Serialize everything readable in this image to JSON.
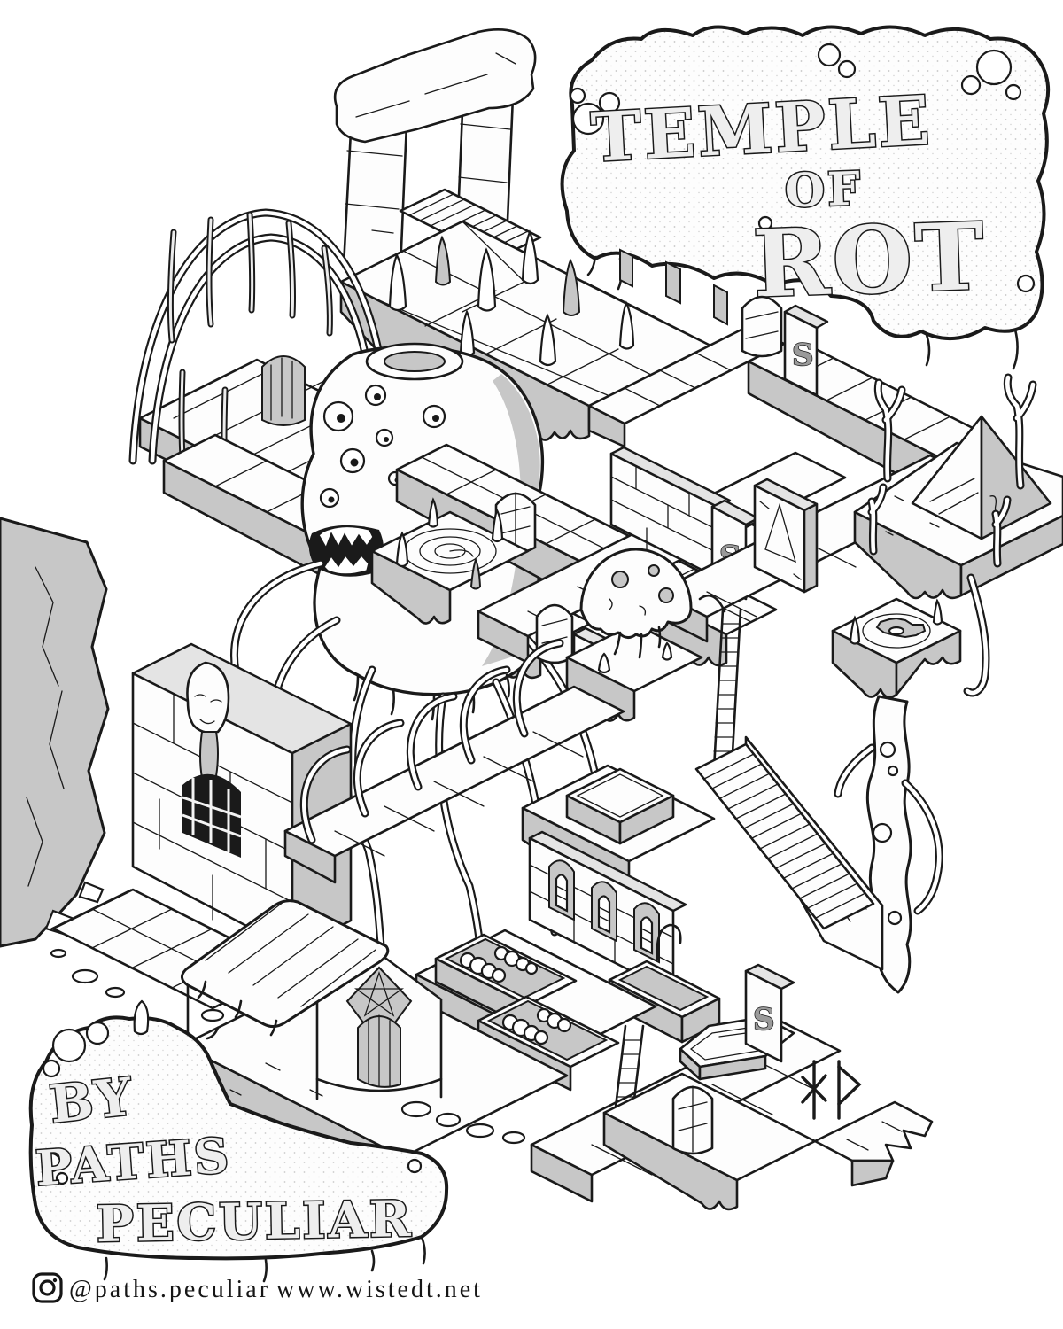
{
  "map": {
    "title": {
      "line1": "TEMPLE",
      "line2": "OF",
      "line3": "ROT"
    },
    "credit": {
      "line1": "BY",
      "line2": "PATHS",
      "line3": "PECULIAR"
    },
    "footer": {
      "instagram_handle": "@paths.peculiar",
      "website": "www.wistedt.net"
    },
    "secret_marker": "S",
    "icons": {
      "instagram": "instagram-icon",
      "artist_monogram": "runic-monogram-icon",
      "secret_door": "secret-door-marker"
    },
    "colors": {
      "ink": "#1a1a1a",
      "paper": "#ffffff",
      "shade": "#c7c7c7",
      "shade_light": "#e4e4e4"
    }
  }
}
